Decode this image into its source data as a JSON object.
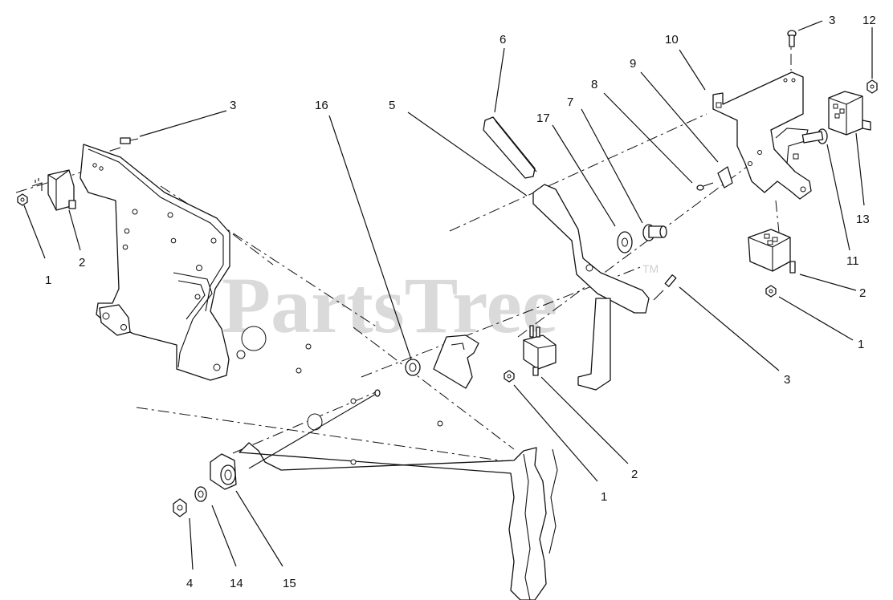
{
  "watermark": {
    "text": "PartsTree",
    "trademark": "TM",
    "color": "#d4d4d4"
  },
  "callouts": {
    "c1a": "1",
    "c1b": "1",
    "c1c": "1",
    "c2a": "2",
    "c2b": "2",
    "c2c": "2",
    "c3a": "3",
    "c3b": "3",
    "c3c": "3",
    "c4": "4",
    "c5": "5",
    "c6": "6",
    "c7": "7",
    "c8": "8",
    "c9": "9",
    "c10": "10",
    "c11": "11",
    "c12": "12",
    "c13": "13",
    "c14": "14",
    "c15": "15",
    "c16": "16",
    "c17": "17"
  },
  "colors": {
    "line": "#111111",
    "background": "#ffffff"
  }
}
